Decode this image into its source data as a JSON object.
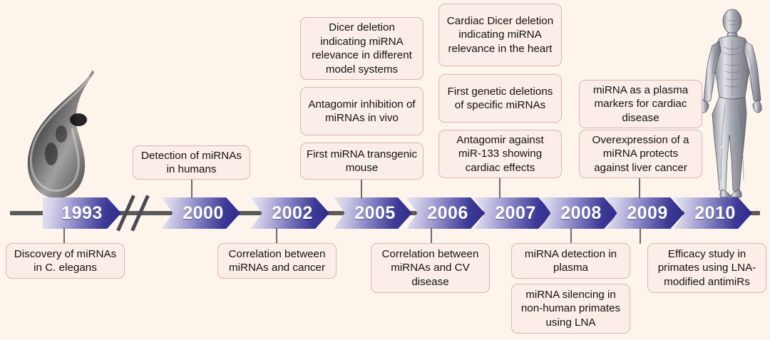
{
  "figure": {
    "title": "miRNA research milestones timeline",
    "background_color": "#fdf4ec",
    "accent_color": "#2b2a86",
    "box_fill_color": "#fbeee8",
    "box_border_color": "#d6b8ae",
    "spine_color": "#5a5a5a"
  },
  "timeline": {
    "break_mark": "double-slash-time-break",
    "years": [
      {
        "label": "1993"
      },
      {
        "label": "2000"
      },
      {
        "label": "2002"
      },
      {
        "label": "2005"
      },
      {
        "label": "2006"
      },
      {
        "label": "2007"
      },
      {
        "label": "2008"
      },
      {
        "label": "2009"
      },
      {
        "label": "2010"
      }
    ]
  },
  "boxes_above": [
    {
      "year": "2000",
      "text": "Detection of miRNAs in humans"
    },
    {
      "year": "2005",
      "text": "Dicer deletion indicating miRNA relevance in different model systems"
    },
    {
      "year": "2005",
      "text": "Antagomir inhibition of miRNAs in vivo"
    },
    {
      "year": "2005",
      "text": "First miRNA transgenic mouse"
    },
    {
      "year": "2007",
      "text": "Cardiac Dicer deletion indicating miRNA relevance in the heart"
    },
    {
      "year": "2007",
      "text": "First genetic deletions of specific miRNAs"
    },
    {
      "year": "2007",
      "text": "Antagomir against miR-133 showing cardiac effects"
    },
    {
      "year": "2009",
      "text": "miRNA as a plasma markers for cardiac disease"
    },
    {
      "year": "2009",
      "text": "Overexpression of a miRNA protects against liver cancer"
    }
  ],
  "boxes_below": [
    {
      "year": "1993",
      "text": "Discovery of miRNAs in C. elegans"
    },
    {
      "year": "2002",
      "text": "Correlation between miRNAs and cancer"
    },
    {
      "year": "2006",
      "text": "Correlation between miRNAs and CV disease"
    },
    {
      "year": "2008",
      "text": "miRNA detection in plasma"
    },
    {
      "year": "2008",
      "text": "miRNA silencing in non-human primates using LNA"
    },
    {
      "year": "2010",
      "text": "Efficacy study in primates using LNA-modified antimiRs"
    }
  ],
  "imagery": [
    {
      "name": "c-elegans-worm-photo",
      "caption_year": "1993"
    },
    {
      "name": "human-anatomy-muscle-figure",
      "caption_year": "2010"
    }
  ]
}
